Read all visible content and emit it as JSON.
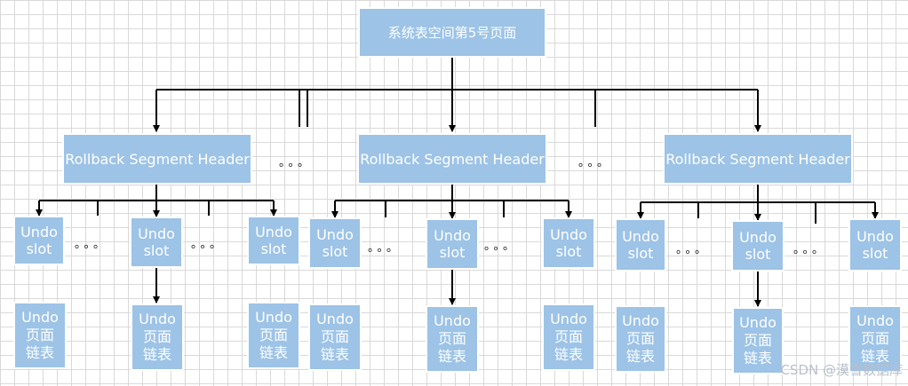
{
  "root": {
    "label": "系统表空间第5号页面"
  },
  "segments": [
    {
      "label": "Rollback Segment Header"
    },
    {
      "label": "Rollback Segment Header"
    },
    {
      "label": "Rollback Segment Header"
    }
  ],
  "slots": [
    {
      "label": "Undo\nslot"
    },
    {
      "label": "Undo\nslot"
    },
    {
      "label": "Undo\nslot"
    },
    {
      "label": "Undo\nslot"
    },
    {
      "label": "Undo\nslot"
    },
    {
      "label": "Undo\nslot"
    },
    {
      "label": "Undo\nslot"
    },
    {
      "label": "Undo\nslot"
    },
    {
      "label": "Undo\nslot"
    }
  ],
  "pages": [
    {
      "label": "Undo\n页面\n链表"
    },
    {
      "label": "Undo\n页面\n链表"
    },
    {
      "label": "Undo\n页面\n链表"
    },
    {
      "label": "Undo\n页面\n链表"
    },
    {
      "label": "Undo\n页面\n链表"
    },
    {
      "label": "Undo\n页面\n链表"
    },
    {
      "label": "Undo\n页面\n链表"
    },
    {
      "label": "Undo\n页面\n链表"
    },
    {
      "label": "Undo\n页面\n链表"
    }
  ],
  "ellipsis": "。。。",
  "watermark": "CSDN @漠雪数据库"
}
